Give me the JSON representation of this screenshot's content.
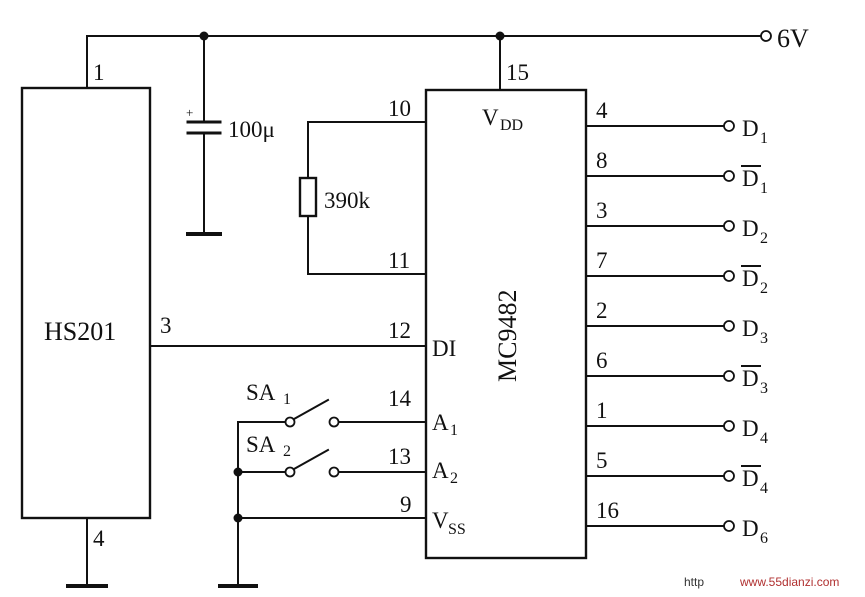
{
  "components": {
    "sensor": "HS201",
    "chip": "MC9482",
    "capacitor": "100μ",
    "capacitor_polarity": "+",
    "resistor": "390k",
    "switch1": {
      "name": "SA",
      "index": "1"
    },
    "switch2": {
      "name": "SA",
      "index": "2"
    }
  },
  "supply": "6V",
  "sensor_pins": {
    "p1": "1",
    "p3": "3",
    "p4": "4"
  },
  "chip_left_pins": {
    "p10": "10",
    "p11": "11",
    "p12": "12",
    "p14": "14",
    "p13": "13",
    "p9": "9",
    "p15": "15"
  },
  "chip_inner": {
    "vdd": "V",
    "vdd_sub": "DD",
    "di": "DI",
    "a1": "A",
    "a1_sub": "1",
    "a2": "A",
    "a2_sub": "2",
    "vss": "V",
    "vss_sub": "SS"
  },
  "outputs": [
    {
      "pin": "4",
      "label": "D",
      "sub": "1",
      "bar": false
    },
    {
      "pin": "8",
      "label": "D",
      "sub": "1",
      "bar": true
    },
    {
      "pin": "3",
      "label": "D",
      "sub": "2",
      "bar": false
    },
    {
      "pin": "7",
      "label": "D",
      "sub": "2",
      "bar": true
    },
    {
      "pin": "2",
      "label": "D",
      "sub": "3",
      "bar": false
    },
    {
      "pin": "6",
      "label": "D",
      "sub": "3",
      "bar": true
    },
    {
      "pin": "1",
      "label": "D",
      "sub": "4",
      "bar": false
    },
    {
      "pin": "5",
      "label": "D",
      "sub": "4",
      "bar": true
    },
    {
      "pin": "16",
      "label": "D",
      "sub": "6",
      "bar": false
    }
  ],
  "watermark": {
    "prefix": "http",
    "site": "www.55dianzi.com"
  }
}
